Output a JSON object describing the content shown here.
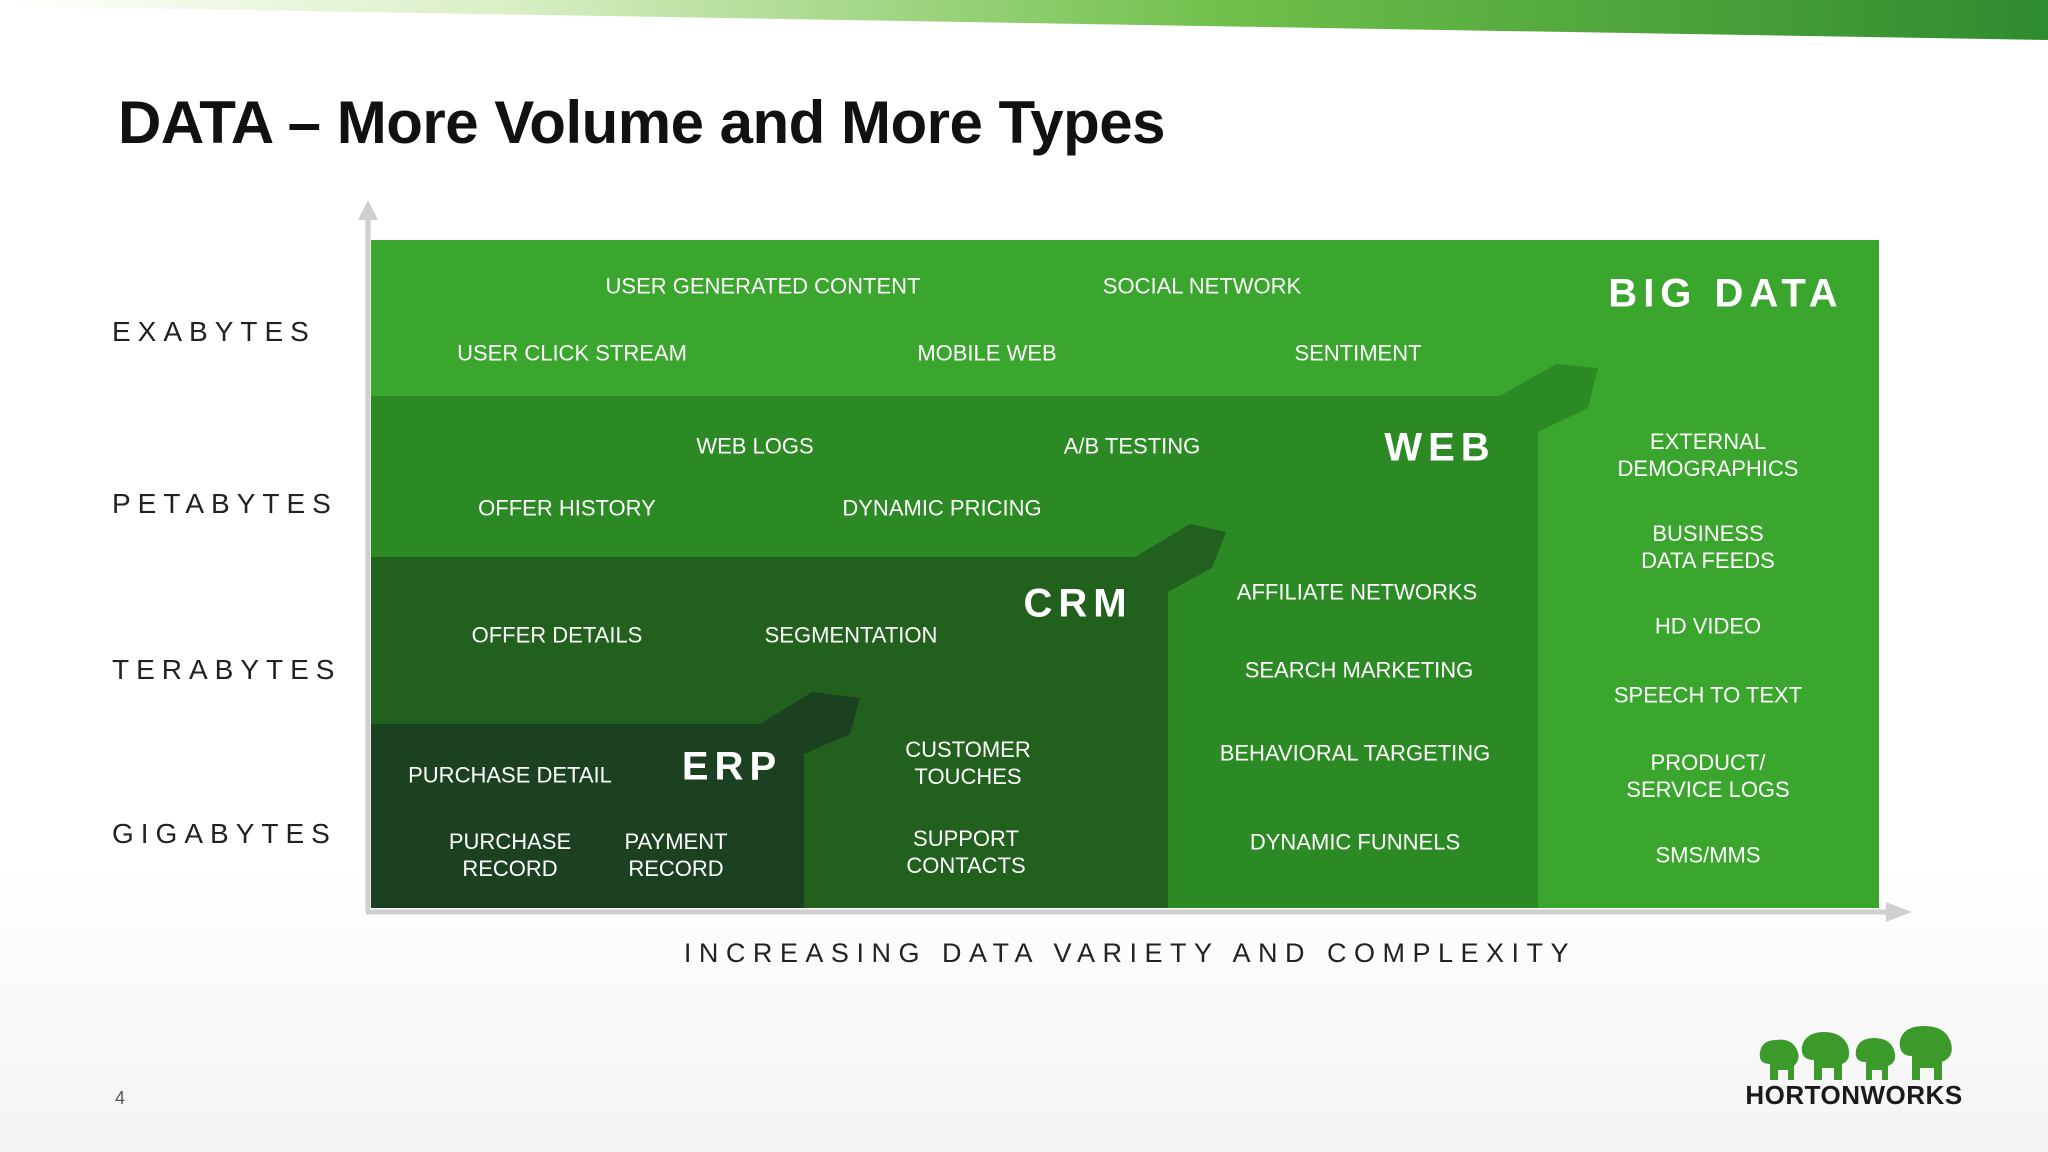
{
  "slide": {
    "title": "DATA – More Volume and More Types",
    "page_number": "4"
  },
  "y_axis": {
    "levels": [
      "EXABYTES",
      "PETABYTES",
      "TERABYTES",
      "GIGABYTES"
    ]
  },
  "x_axis": {
    "title": "INCREASING DATA VARIETY AND COMPLEXITY"
  },
  "tiers": {
    "big_data": {
      "label": "BIG DATA",
      "color": "#3aa62e",
      "items": [
        "USER GENERATED CONTENT",
        "SOCIAL NETWORK",
        "USER CLICK STREAM",
        "MOBILE WEB",
        "SENTIMENT",
        "EXTERNAL\nDEMOGRAPHICS",
        "BUSINESS\nDATA FEEDS",
        "HD VIDEO",
        "SPEECH TO TEXT",
        "PRODUCT/\nSERVICE LOGS",
        "SMS/MMS"
      ]
    },
    "web": {
      "label": "WEB",
      "color": "#2c8a25",
      "items": [
        "WEB LOGS",
        "A/B TESTING",
        "OFFER HISTORY",
        "DYNAMIC PRICING",
        "AFFILIATE NETWORKS",
        "SEARCH MARKETING",
        "BEHAVIORAL TARGETING",
        "DYNAMIC FUNNELS"
      ]
    },
    "crm": {
      "label": "CRM",
      "color": "#22601d",
      "items": [
        "OFFER DETAILS",
        "SEGMENTATION",
        "CUSTOMER\nTOUCHES",
        "SUPPORT\nCONTACTS"
      ]
    },
    "erp": {
      "label": "ERP",
      "color": "#1b4120",
      "items": [
        "PURCHASE DETAIL",
        "PURCHASE\nRECORD",
        "PAYMENT\nRECORD"
      ]
    }
  },
  "logo": {
    "text": "HORTONWORKS"
  }
}
